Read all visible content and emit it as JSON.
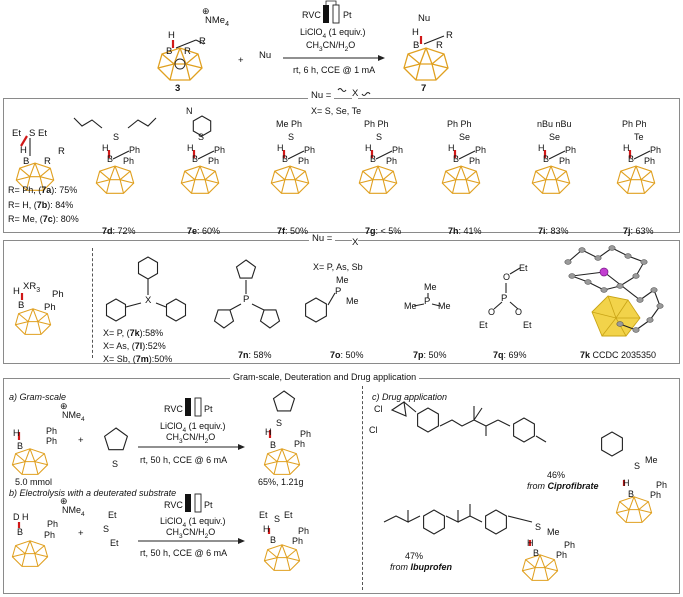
{
  "header": {
    "compound3": "3",
    "nme4": "NMe",
    "nme4_sub": "4",
    "charge": "⊕",
    "plus": "+",
    "nu": "Nu",
    "cell_anode": "RVC",
    "cell_cathode": "Pt",
    "cond1": "LiClO",
    "cond1_sub": "4",
    "cond1_tail": " (1 equiv.)",
    "cond2": "CH",
    "cond2_a": "3",
    "cond2_b": "CN/H",
    "cond2_c": "2",
    "cond2_d": "O",
    "cond3": "rt, 6 h, CCE @ 1 mA",
    "product7": "7",
    "atom_H": "H",
    "atom_B": "B",
    "atom_R": "R",
    "atom_Nu": "Nu"
  },
  "panel1": {
    "nu_eq": "Nu =",
    "x_label": "X",
    "x_values": "X= S, Se, Te",
    "r_lines": [
      {
        "pre": "R= Ph, (",
        "code": "7a",
        "post": "): 75%"
      },
      {
        "pre": "R= H,   (",
        "code": "7b",
        "post": "): 84%"
      },
      {
        "pre": "R= Me, (",
        "code": "7c",
        "post": "): 80%"
      }
    ],
    "products": [
      {
        "code": "7d",
        "yield": ": 72%",
        "s1": "S",
        "top": ""
      },
      {
        "code": "7e",
        "yield": ": 60%",
        "s1": "S",
        "top": "N"
      },
      {
        "code": "7f",
        "yield": ": 50%",
        "s1": "S",
        "top": "Me  Ph"
      },
      {
        "code": "7g",
        "yield": ": < 5%",
        "s1": "S",
        "top": "Ph  Ph"
      },
      {
        "code": "7h",
        "yield": ": 41%",
        "s1": "Se",
        "top": "Ph  Ph"
      },
      {
        "code": "7i",
        "yield": ": 83%",
        "s1": "Se",
        "top": "nBu  nBu"
      },
      {
        "code": "7j",
        "yield": ": 63%",
        "s1": "Te",
        "top": "Ph  Ph"
      }
    ],
    "ph": "Ph",
    "et": "Et",
    "nh": "H N"
  },
  "panel2": {
    "nu_eq": "Nu =",
    "x_label": "X",
    "x_values": "X= P, As, Sb",
    "xr3": "XR",
    "xr3_sub": "3",
    "x_lines": [
      {
        "pre": "X= P,    (",
        "code": "7k",
        "post": "):58%"
      },
      {
        "pre": "X= As, (",
        "code": "7l",
        "post": "):52%"
      },
      {
        "pre": "X= Sb, (",
        "code": "7m",
        "post": "):50%"
      }
    ],
    "center_x": "X",
    "items": [
      {
        "code": "7n",
        "yield": ": 58%"
      },
      {
        "code": "7o",
        "yield": ": 50%"
      },
      {
        "code": "7p",
        "yield": ": 50%"
      },
      {
        "code": "7q",
        "yield": ": 69%"
      }
    ],
    "atom_P": "P",
    "atom_O": "O",
    "atom_Me": "Me",
    "atom_Et": "Et",
    "ccdc_code": "7k",
    "ccdc_text": " CCDC 2035350"
  },
  "panel3": {
    "title": "Gram-scale, Deuteration and Drug application",
    "a_label": "a) Gram-scale",
    "a_amount": "5.0 mmol",
    "a_cond3": "rt, 50 h, CCE @ 6 mA",
    "a_yield": "65%, 1.21g",
    "b_label": "b) Electrolysis with a deuterated substrate",
    "b_cond3": "rt, 50 h, CCE @ 6 mA",
    "atom_D": "D",
    "atom_S": "S",
    "atom_Cl": "Cl",
    "c_label": "c) Drug application",
    "c_yield1": "46%",
    "c_from1_pre": "from ",
    "c_from1_name": "Ciprofibrate",
    "c_yield2": "47%",
    "c_from2_pre": "from ",
    "c_from2_name": "Ibuprofen"
  }
}
